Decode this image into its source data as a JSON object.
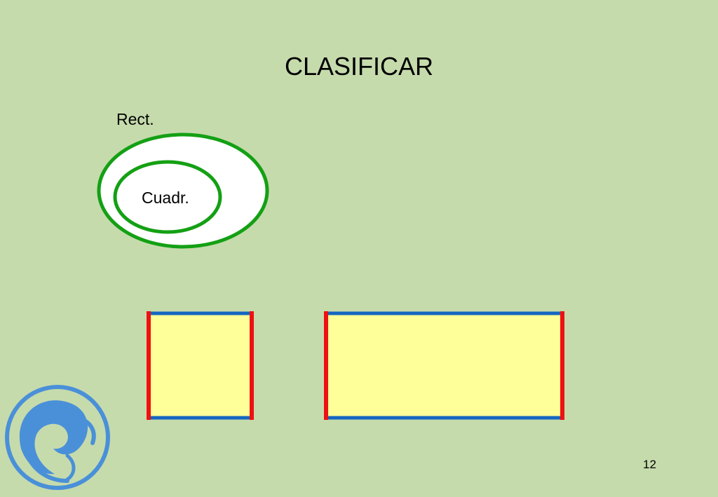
{
  "slide": {
    "title": "CLASIFICAR",
    "page_number": "12"
  },
  "venn": {
    "outer_label": "Rect.",
    "inner_label": "Cuadr."
  },
  "logo": {
    "icon": "wave-swirl-logo-icon"
  },
  "colors": {
    "background": "#c6dbac",
    "ellipse_stroke": "#14a014",
    "ellipse_fill": "#ffffff",
    "shape_fill": "#ffff99",
    "side_red": "#ee1111",
    "side_blue": "#1466c0",
    "logo_blue": "#4a90d9"
  }
}
